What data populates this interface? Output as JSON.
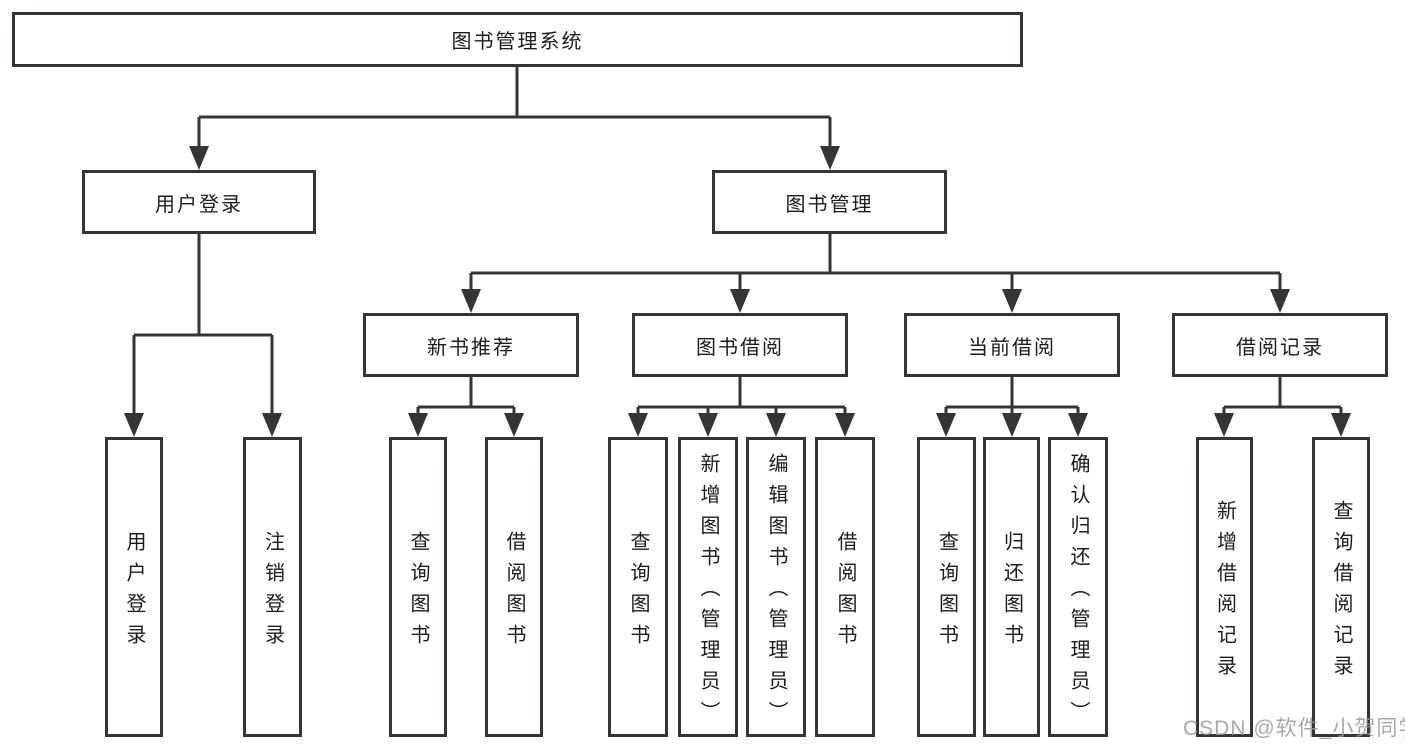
{
  "nodes": {
    "root": "图书管理系统",
    "user_login": "用户登录",
    "book_mgmt": "图书管理",
    "new_book_rec": "新书推荐",
    "book_borrow": "图书借阅",
    "current_borrow": "当前借阅",
    "borrow_records": "借阅记录",
    "u_user_login": "用户登录",
    "u_logout": "注销登录",
    "n_query_book": "查询图书",
    "n_borrow_book": "借阅图书",
    "b_query_book": "查询图书",
    "b_add_book": "新增图书（管理员）",
    "b_edit_book": "编辑图书（管理员）",
    "b_borrow_book": "借阅图书",
    "c_query_book": "查询图书",
    "c_return_book": "归还图书",
    "c_confirm_return": "确认归还（管理员）",
    "r_add_record": "新增借阅记录",
    "r_query_record": "查询借阅记录"
  },
  "hierarchy": {
    "root": [
      "user_login",
      "book_mgmt"
    ],
    "user_login": [
      "u_user_login",
      "u_logout"
    ],
    "book_mgmt": [
      "new_book_rec",
      "book_borrow",
      "current_borrow",
      "borrow_records"
    ],
    "new_book_rec": [
      "n_query_book",
      "n_borrow_book"
    ],
    "book_borrow": [
      "b_query_book",
      "b_add_book",
      "b_edit_book",
      "b_borrow_book"
    ],
    "current_borrow": [
      "c_query_book",
      "c_return_book",
      "c_confirm_return"
    ],
    "borrow_records": [
      "r_add_record",
      "r_query_record"
    ]
  },
  "watermark": "CSDN @软件_小贺同学",
  "colors": {
    "line": "#333639",
    "box_border": "#333639",
    "box_fill": "#ffffff",
    "text": "#1c1c1c",
    "watermark": "#9a9a9a",
    "background": "#ffffff"
  }
}
